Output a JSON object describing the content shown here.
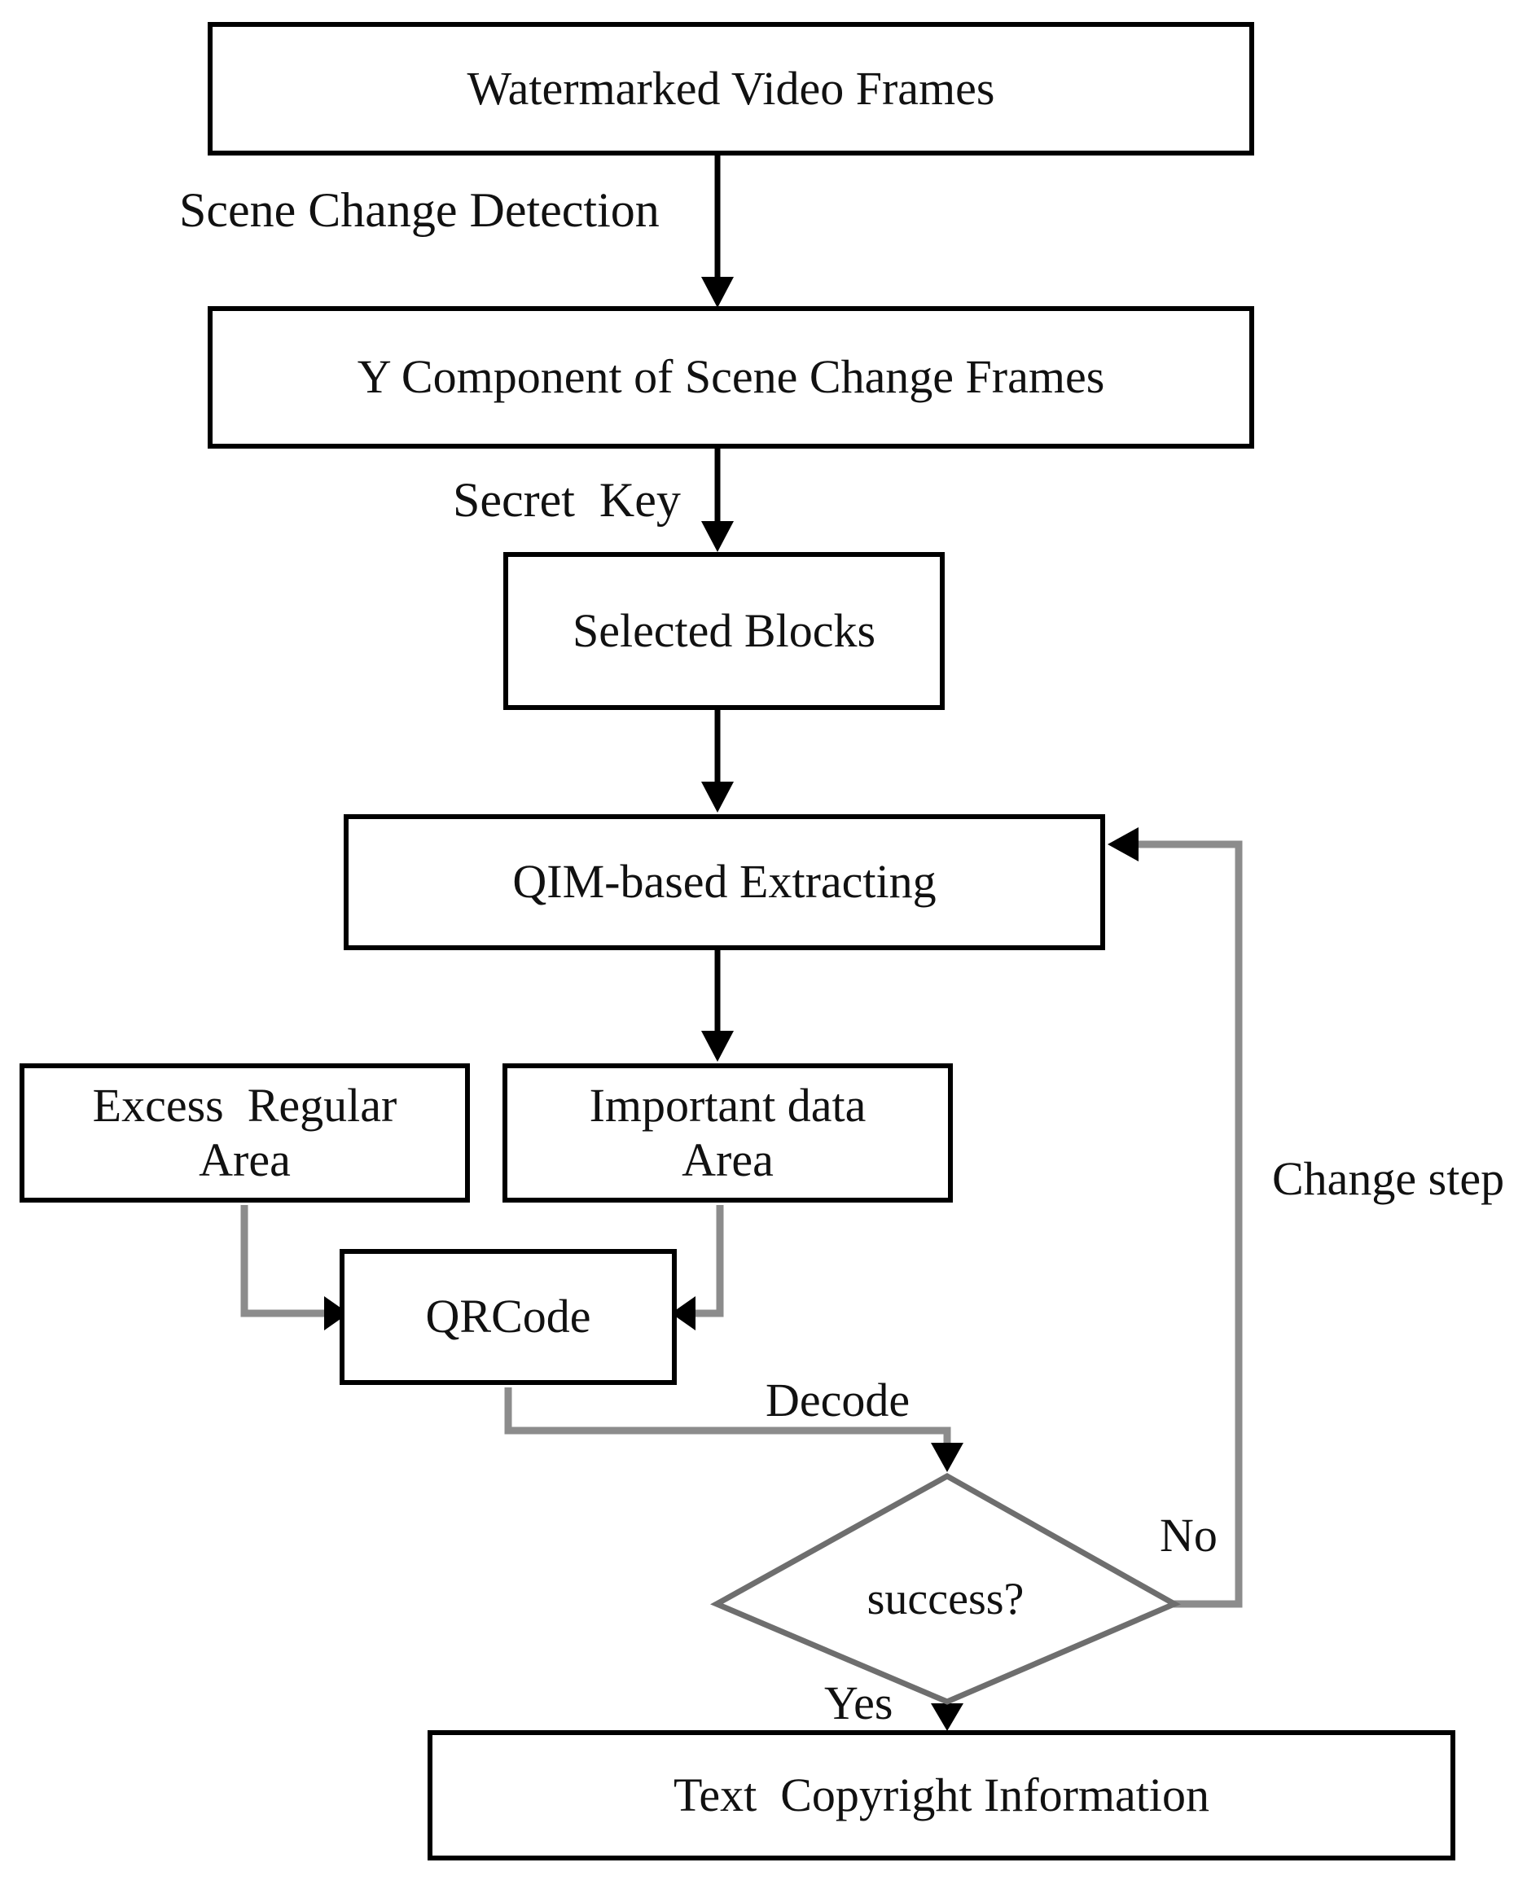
{
  "diagram": {
    "title": "QR-code watermark extraction flowchart",
    "nodes": {
      "watermarked": {
        "label": "Watermarked Video Frames"
      },
      "y_component": {
        "label": "Y Component of Scene Change Frames"
      },
      "selected_blocks": {
        "label": "Selected Blocks"
      },
      "qim": {
        "label": "QIM-based Extracting"
      },
      "excess": {
        "line1": "Excess  Regular",
        "line2": "Area"
      },
      "important": {
        "line1": "Important data",
        "line2": "Area"
      },
      "qrcode": {
        "label": "QRCode"
      },
      "decision": {
        "label": "success?"
      },
      "output": {
        "label": "Text  Copyright Information"
      }
    },
    "edge_labels": {
      "scene_change_detection": "Scene Change Detection",
      "secret_key": "Secret  Key",
      "decode": "Decode",
      "change_step": "Change step",
      "no": "No",
      "yes": "Yes"
    },
    "colors": {
      "line": "#000000",
      "connector": "#8c8c8c",
      "diamond_outline": "#6e6e6e",
      "background": "#ffffff",
      "text": "#111111"
    }
  }
}
